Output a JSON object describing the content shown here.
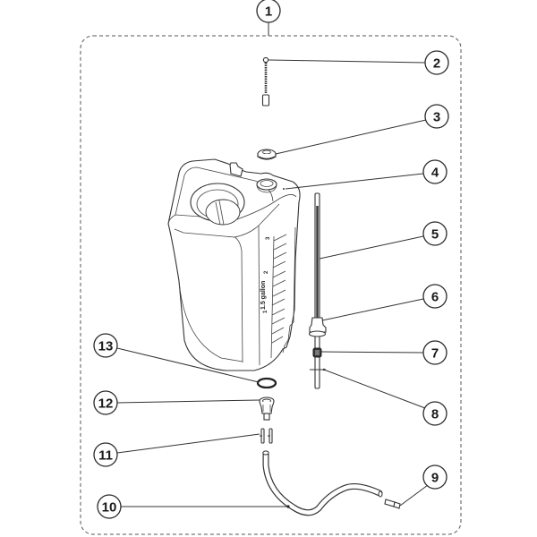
{
  "title": "Sprayer tank assembly exploded parts diagram",
  "callouts": [
    {
      "number": "1",
      "part": "tank-assembly"
    },
    {
      "number": "2",
      "part": "cap-strap"
    },
    {
      "number": "3",
      "part": "cap-gasket"
    },
    {
      "number": "4",
      "part": "tank"
    },
    {
      "number": "5",
      "part": "pump-shaft"
    },
    {
      "number": "6",
      "part": "shaft-fitting"
    },
    {
      "number": "7",
      "part": "shaft-nut"
    },
    {
      "number": "8",
      "part": "retaining-pin"
    },
    {
      "number": "9",
      "part": "hose-connector"
    },
    {
      "number": "10",
      "part": "hose"
    },
    {
      "number": "11",
      "part": "clips"
    },
    {
      "number": "12",
      "part": "outlet-fitting"
    },
    {
      "number": "13",
      "part": "outlet-o-ring"
    }
  ],
  "tank_text": {
    "capacity": "1.5 gallon",
    "scale_marks": [
      "1",
      "2",
      "3"
    ]
  }
}
